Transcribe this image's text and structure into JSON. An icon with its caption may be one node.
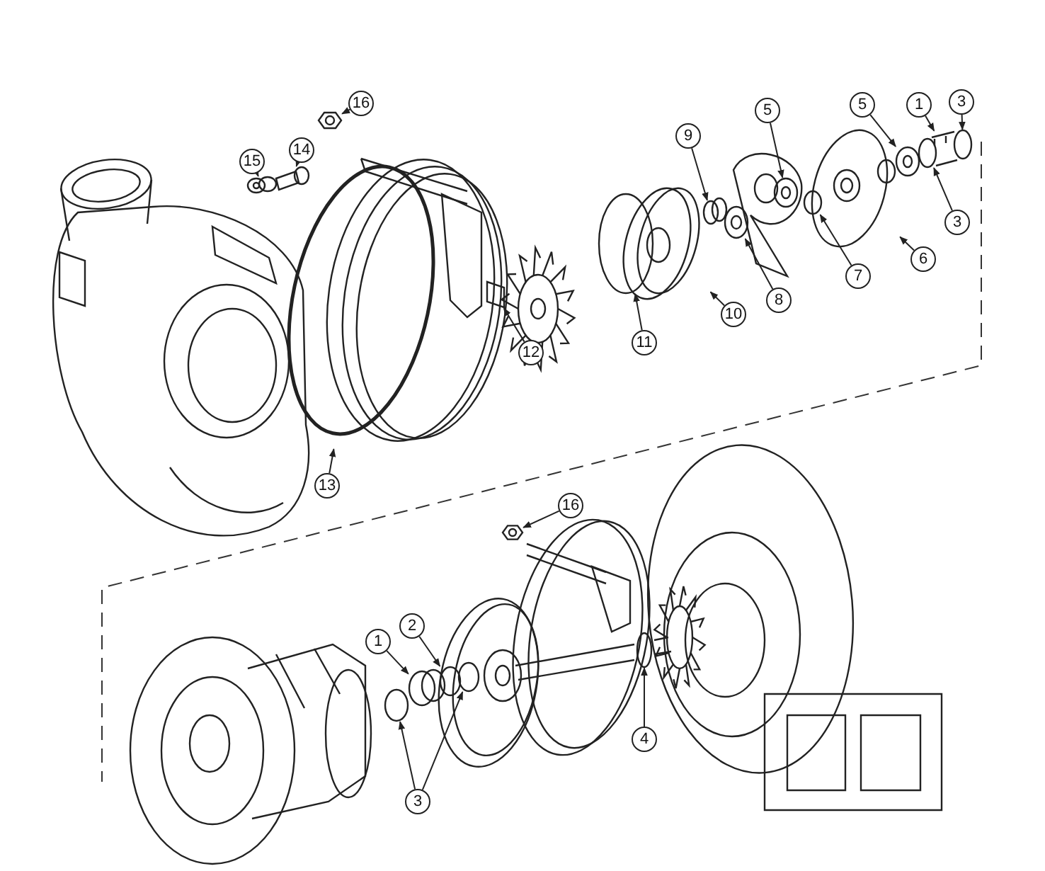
{
  "diagram": {
    "nodes": [
      {
        "text": [
          "16"
        ]
      },
      {
        "text": [
          "15"
        ]
      },
      {
        "text": [
          "14"
        ]
      },
      {
        "text": [
          "9"
        ]
      },
      {
        "text": [
          "5"
        ]
      },
      {
        "text": [
          "5"
        ]
      },
      {
        "text": [
          "1"
        ]
      },
      {
        "text": [
          "3"
        ]
      },
      {
        "text": [
          "3"
        ]
      },
      {
        "text": [
          "6"
        ]
      },
      {
        "text": [
          "7"
        ]
      },
      {
        "text": [
          "8"
        ]
      },
      {
        "text": [
          "10"
        ]
      },
      {
        "text": [
          "11"
        ]
      },
      {
        "text": [
          "12"
        ]
      },
      {
        "text": [
          "13"
        ]
      },
      {
        "text": [
          "16"
        ]
      },
      {
        "text": [
          "1"
        ]
      },
      {
        "text": [
          "2"
        ]
      },
      {
        "text": [
          "3"
        ]
      },
      {
        "text": [
          "4"
        ]
      },
      {
        "text": [],
        "shape": "picture"
      },
      {
        "text": [],
        "shape": "picture"
      },
      {
        "text": [],
        "shape": "picture"
      },
      {
        "text": [],
        "shape": "circle"
      },
      {
        "text": [],
        "shape": "picture"
      },
      {
        "text": [],
        "shape": "picture"
      },
      {
        "text": [],
        "shape": "picture"
      },
      {
        "text": [],
        "shape": "circle"
      },
      {
        "text": [],
        "shape": "circle"
      },
      {
        "text": [],
        "shape": "picture"
      },
      {
        "text": [],
        "shape": "circle"
      },
      {
        "text": [],
        "shape": "picture"
      },
      {
        "text": [],
        "shape": "picture"
      },
      {
        "text": [],
        "shape": "circle"
      },
      {
        "text": [],
        "shape": "box"
      },
      {
        "text": [],
        "shape": "picture"
      },
      {
        "text": [],
        "shape": "picture"
      },
      {
        "text": [],
        "shape": "circle"
      },
      {
        "text": [],
        "shape": "circle"
      },
      {
        "text": [],
        "shape": "circle"
      },
      {
        "text": [],
        "shape": "circle"
      },
      {
        "text": [],
        "shape": "circle"
      }
    ],
    "edges": [
      {
        "from": 0,
        "to": 21,
        "arrow": "to"
      },
      {
        "from": 1,
        "to": 22,
        "arrow": "to"
      },
      {
        "from": 2,
        "to": 23,
        "arrow": "to"
      },
      {
        "from": 3,
        "to": 24,
        "arrow": "to"
      },
      {
        "from": 4,
        "to": 25,
        "arrow": "to"
      },
      {
        "from": 5,
        "to": 26,
        "arrow": "to"
      },
      {
        "from": 6,
        "to": 27,
        "arrow": "to"
      },
      {
        "from": 7,
        "to": 28,
        "arrow": "to"
      },
      {
        "from": 8,
        "to": 29,
        "arrow": "to"
      },
      {
        "from": 9,
        "to": 30,
        "arrow": "to"
      },
      {
        "from": 10,
        "to": 31,
        "arrow": "to"
      },
      {
        "from": 11,
        "to": 32,
        "arrow": "to"
      },
      {
        "from": 12,
        "to": 33,
        "arrow": "to"
      },
      {
        "from": 13,
        "to": 34,
        "arrow": "to"
      },
      {
        "from": 14,
        "to": 35,
        "arrow": "to"
      },
      {
        "from": 15,
        "to": 36,
        "arrow": "to"
      },
      {
        "from": 16,
        "to": 37,
        "arrow": "to"
      },
      {
        "from": 17,
        "to": 38,
        "arrow": "to"
      },
      {
        "from": 18,
        "to": 39,
        "arrow": "to"
      },
      {
        "from": 19,
        "to": 40,
        "arrow": "to"
      },
      {
        "from": 19,
        "to": 41,
        "arrow": "to"
      },
      {
        "from": 20,
        "to": 42,
        "arrow": "to"
      }
    ]
  }
}
